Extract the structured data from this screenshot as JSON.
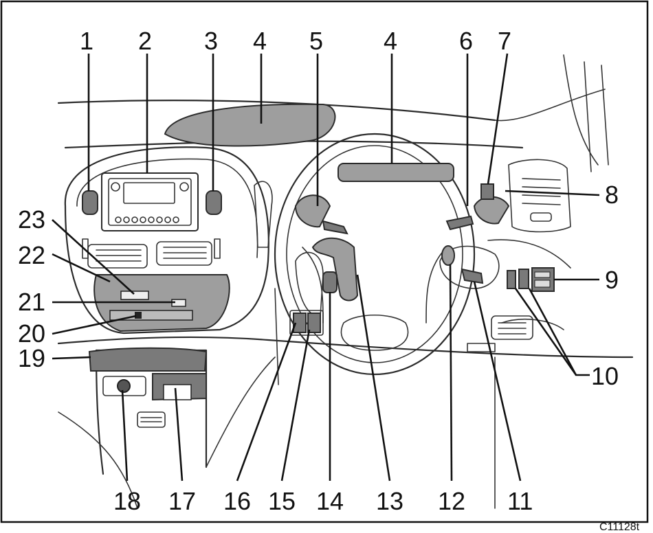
{
  "callouts": {
    "n1": "1",
    "n2": "2",
    "n3": "3",
    "n4a": "4",
    "n5": "5",
    "n4b": "4",
    "n6": "6",
    "n7": "7",
    "n8": "8",
    "n9": "9",
    "n10": "10",
    "n11": "11",
    "n12": "12",
    "n13": "13",
    "n14": "14",
    "n15": "15",
    "n16": "16",
    "n17": "17",
    "n18": "18",
    "n19": "19",
    "n20": "20",
    "n21": "21",
    "n22": "22",
    "n23": "23"
  },
  "figure_code": "C11128t",
  "colors": {
    "highlight": "#9e9e9e",
    "highlight_dark": "#7a7a7a",
    "ink": "#2b2b2b"
  }
}
